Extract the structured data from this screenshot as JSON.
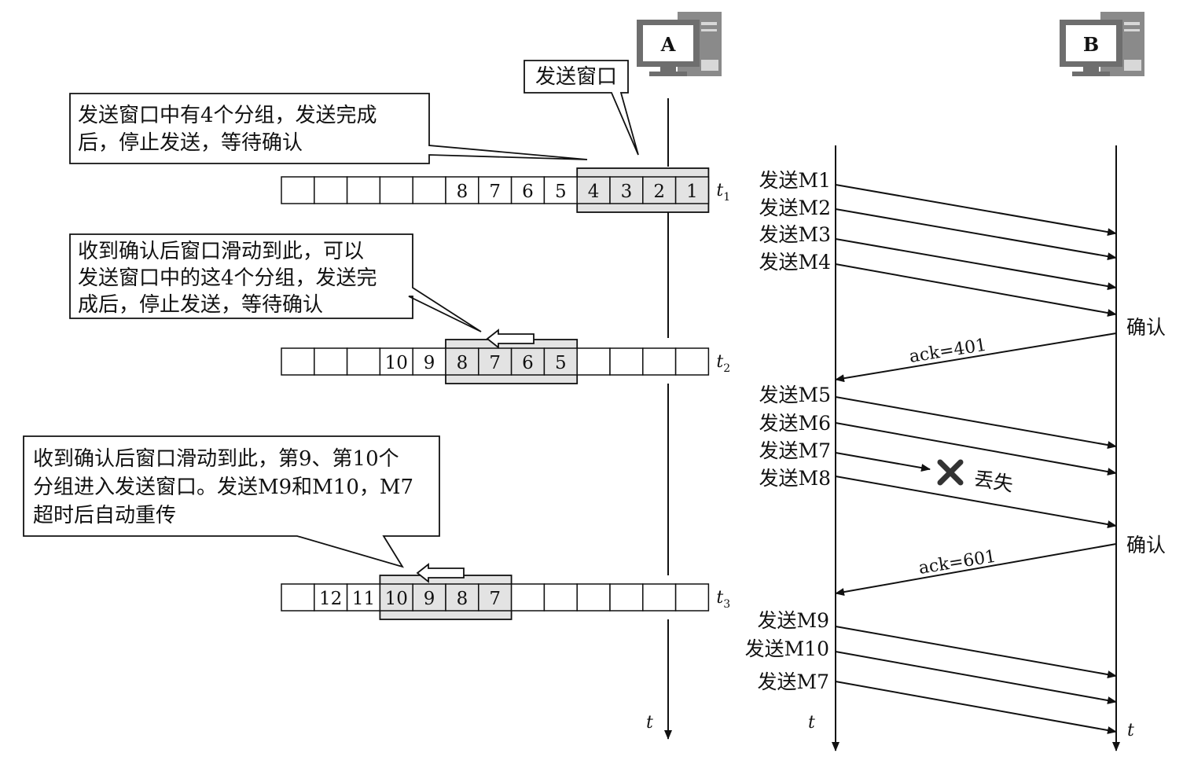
{
  "hosts": {
    "a": "A",
    "b": "B"
  },
  "callouts": {
    "send_window": "发送窗口",
    "t1_note": [
      "发送窗口中有4个分组，发送完成",
      "后，停止发送，等待确认"
    ],
    "t2_note": [
      "收到确认后窗口滑动到此，可以",
      "发送窗口中的这4个分组，发送完",
      "成后，停止发送，等待确认"
    ],
    "t3_note": [
      "收到确认后窗口滑动到此，第9、第10个",
      "分组进入发送窗口。发送M9和M10，M7",
      "超时后自动重传"
    ]
  },
  "rows": [
    {
      "time": "t",
      "sub": "1",
      "cells": [
        "",
        "",
        "",
        "",
        "",
        "8",
        "7",
        "6",
        "5",
        "4",
        "3",
        "2",
        "1"
      ],
      "window_start": 9,
      "window_size": 4
    },
    {
      "time": "t",
      "sub": "2",
      "cells": [
        "",
        "",
        "",
        "10",
        "9",
        "8",
        "7",
        "6",
        "5",
        "",
        "",
        "",
        ""
      ],
      "window_start": 5,
      "window_size": 4
    },
    {
      "time": "t",
      "sub": "3",
      "cells": [
        "",
        "12",
        "11",
        "10",
        "9",
        "8",
        "7",
        "",
        "",
        "",
        "",
        "",
        ""
      ],
      "window_start": 3,
      "window_size": 4
    }
  ],
  "sends": {
    "group1": [
      "发送M1",
      "发送M2",
      "发送M3",
      "发送M4"
    ],
    "group2": [
      "发送M5",
      "发送M6",
      "发送M7",
      "发送M8"
    ],
    "group3": [
      "发送M9",
      "发送M10",
      "发送M7"
    ]
  },
  "confirm": [
    "确认",
    "确认"
  ],
  "acks": [
    "ack=401",
    "ack=601"
  ],
  "lost": "丢失",
  "time_axis": {
    "a": "t",
    "left": "t",
    "right": "t"
  }
}
